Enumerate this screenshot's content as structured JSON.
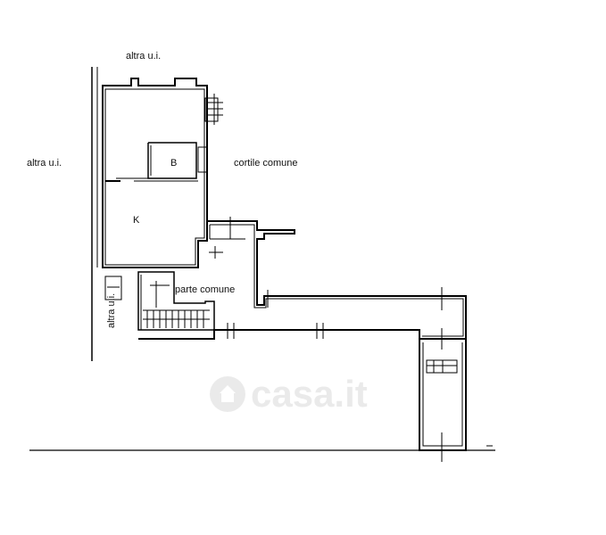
{
  "labels": {
    "altra_top": "altra u.i.",
    "altra_left": "altra u.i.",
    "altra_vertical": "altra u.i.",
    "cortile": "cortile comune",
    "room_b": "B",
    "room_k": "K",
    "parte_comune": "parte comune"
  },
  "watermark": {
    "text": "casa.it",
    "icon": "house-icon"
  },
  "colors": {
    "line": "#000000",
    "watermark": "#666666"
  }
}
